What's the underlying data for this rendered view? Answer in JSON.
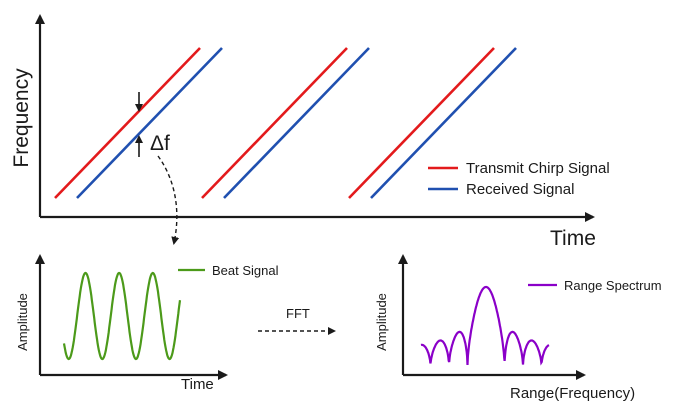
{
  "main_chart": {
    "y_label": "Frequency",
    "x_label": "Time",
    "delta_label": "Δf",
    "legend": [
      {
        "label": "Transmit Chirp Signal",
        "color": "#e31a1c"
      },
      {
        "label": "Received Signal",
        "color": "#2050b0"
      }
    ]
  },
  "beat_chart": {
    "y_label": "Amplitude",
    "x_label": "Time",
    "legend_label": "Beat Signal",
    "color": "#4c9a1a"
  },
  "fft_label": "FFT",
  "range_chart": {
    "y_label": "Amplitude",
    "x_label": "Range(Frequency)",
    "legend_label": "Range Spectrum",
    "color": "#8a00c8"
  }
}
